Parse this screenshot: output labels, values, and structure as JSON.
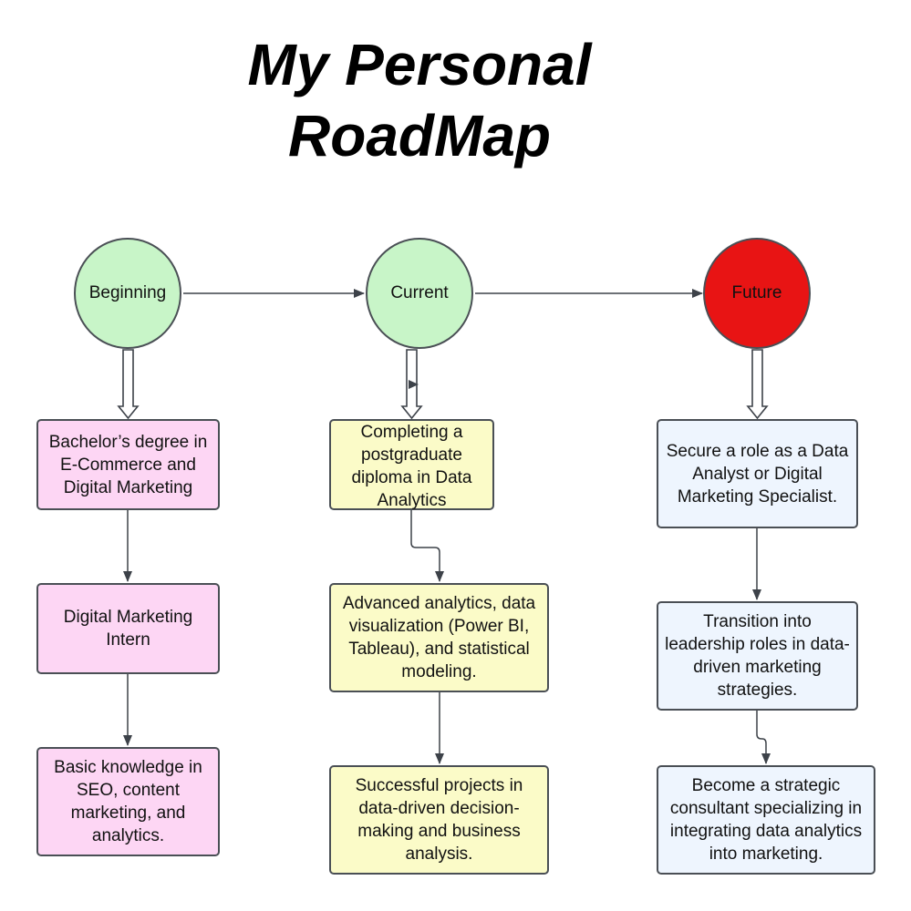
{
  "title": {
    "line1": "My Personal",
    "line2": "RoadMap"
  },
  "stages": [
    {
      "label": "Beginning",
      "color": "#c8f5c8"
    },
    {
      "label": "Current",
      "color": "#c8f5c8"
    },
    {
      "label": "Future",
      "color": "#e81414"
    }
  ],
  "columns": [
    {
      "color": "#fdd6f4",
      "boxes": [
        "Bachelor’s degree in E-Commerce and Digital Marketing",
        "Digital Marketing Intern",
        "Basic knowledge in SEO, content marketing, and analytics."
      ]
    },
    {
      "color": "#fbfbc8",
      "boxes": [
        "Completing a postgraduate diploma in Data Analytics",
        "Advanced analytics, data visualization (Power BI, Tableau), and statistical modeling.",
        "Successful projects in data-driven decision-making and business analysis."
      ]
    },
    {
      "color": "#eef5fe",
      "boxes": [
        "Secure a role as a Data Analyst or Digital Marketing Specialist.",
        "Transition into leadership roles in data-driven marketing strategies.",
        "Become a strategic consultant specializing in integrating data analytics into marketing."
      ]
    }
  ]
}
